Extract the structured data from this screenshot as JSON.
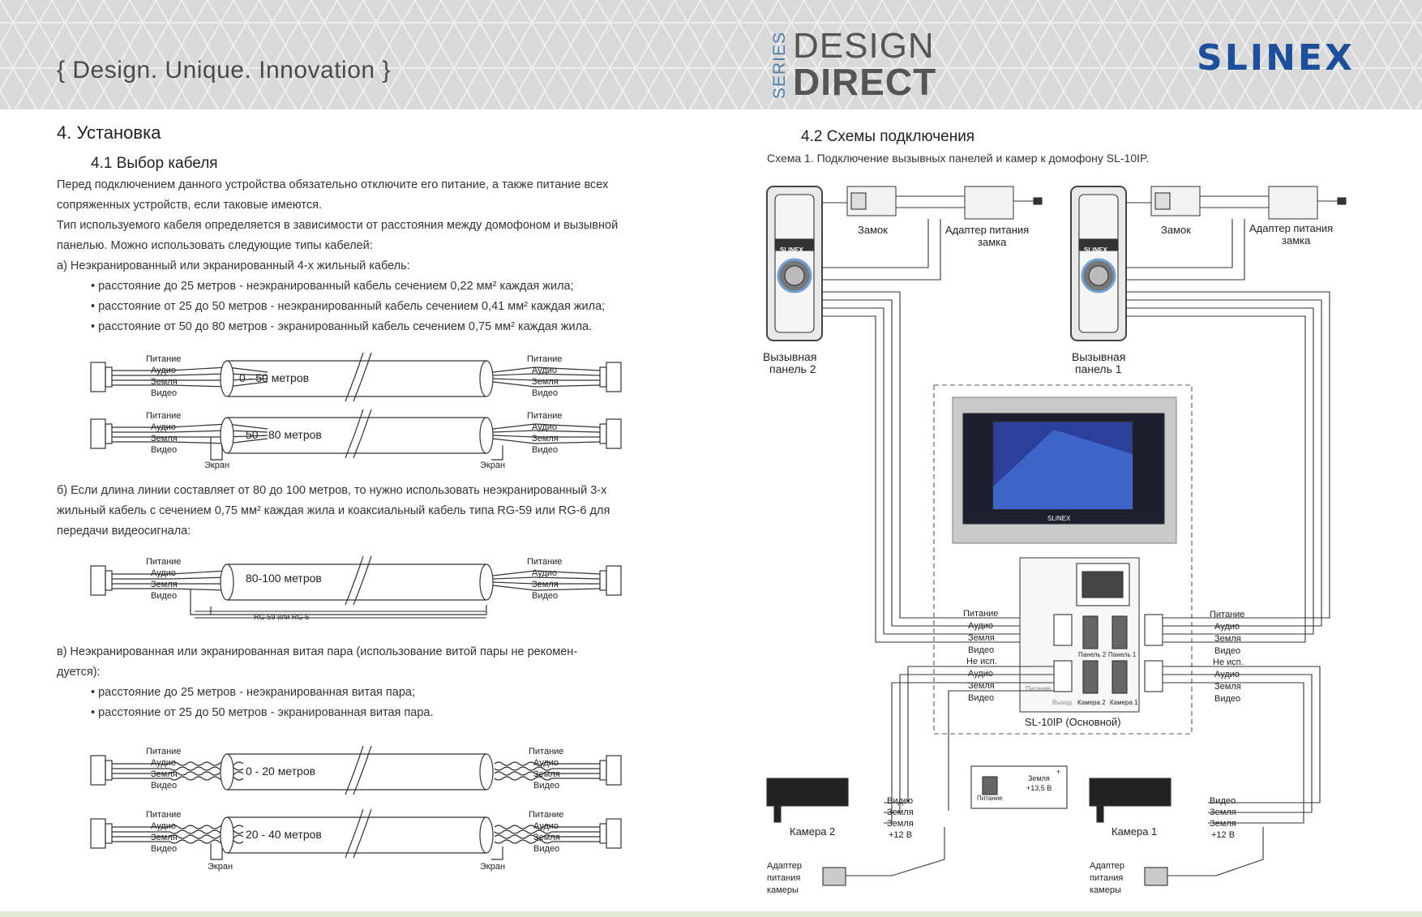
{
  "header": {
    "tagline": "{ Design. Unique. Innovation }",
    "series": "SERIES",
    "design": "DESIGN",
    "direct": "DIRECT",
    "brand": "SLINEX",
    "colors": {
      "band": "#d9d9d9",
      "brand": "#1e4f9c",
      "series": "#4e7fa8"
    }
  },
  "left": {
    "title": "4. Установка",
    "subtitle": "4.1 Выбор кабеля",
    "para1_l1": "Перед подключением данного устройства обязательно отключите его питание, а также питание всех",
    "para1_l2": "сопряженных устройств, если таковые имеются.",
    "para2_l1": "Тип используемого кабеля определяется в зависимости от расстояния между домофоном и вызывной",
    "para2_l2": "панелью. Можно использовать следующие типы кабелей:",
    "item_a": "а) Неэкранированный или экранированный 4-х жильный кабель:",
    "bullets_a": [
      "• расстояние до 25 метров - неэкранированный кабель сечением 0,22 мм² каждая жила;",
      "• расстояние от 25 до 50 метров - неэкранированный кабель сечением 0,41 мм² каждая жила;",
      "• расстояние от 50 до 80 метров - экранированный кабель сечением 0,75 мм² каждая жила."
    ],
    "item_b_l1": "б) Если длина линии составляет от 80 до 100 метров, то нужно использовать неэкранированный 3-х",
    "item_b_l2": "жильный кабель с сечением 0,75 мм² каждая жила и коаксиальный кабель типа RG-59 или RG-6 для",
    "item_b_l3": "передачи видеосигнала:",
    "item_c_l1": "в) Неэкранированная или экранированная витая пара (использование витой пары не рекомен-",
    "item_c_l2": "дуется):",
    "bullets_c": [
      "• расстояние до 25 метров - неэкранированная витая пара;",
      "• расстояние от 25 до 50 метров - экранированная витая пара."
    ],
    "wire_labels": [
      "Питание",
      "Аудио",
      "Земля",
      "Видео"
    ],
    "shield_label": "Экран",
    "coax_label": "RG-59 или RG-6",
    "distances": [
      "0 - 50 метров",
      "50 - 80 метров",
      "80-100 метров",
      "0 - 20 метров",
      "20 - 40 метров"
    ]
  },
  "right": {
    "title": "4.2 Схемы подключения",
    "scheme": "Схема 1. Подключение вызывных панелей и камер к домофону SL-10IP.",
    "lock": "Замок",
    "lock_adapter_l1": "Адаптер питания",
    "lock_adapter_l2": "замка",
    "panel2_l1": "Вызывная",
    "panel2_l2": "панель 2",
    "panel1_l1": "Вызывная",
    "panel1_l2": "панель 1",
    "device_caption": "SL-10IP (Основной)",
    "conn_labels": {
      "panel2": "Панель 2",
      "panel1": "Панель 1",
      "cam2": "Камера 2",
      "cam1": "Камера 1",
      "out": "Выход",
      "power": "Питание"
    },
    "left_pins_top": [
      "Питание",
      "Аудио",
      "Земля",
      "Видео"
    ],
    "left_pins_bottom": [
      "Не исп.",
      "Аудио",
      "Земля",
      "Видео"
    ],
    "cam_pins": [
      "Видео",
      "Земля",
      "Земля",
      "+12 В"
    ],
    "camera2": "Камера 2",
    "camera1": "Камера 1",
    "cam_adapter_l1": "Адаптер",
    "cam_adapter_l2": "питания",
    "cam_adapter_l3": "камеры",
    "psu_box_power": "Питание",
    "psu_box_ground": "Земля",
    "psu_box_v": "+13,5 В",
    "psu_plus": "+",
    "panel_brand": "SLINEX",
    "monitor_brand": "SLINEX"
  }
}
